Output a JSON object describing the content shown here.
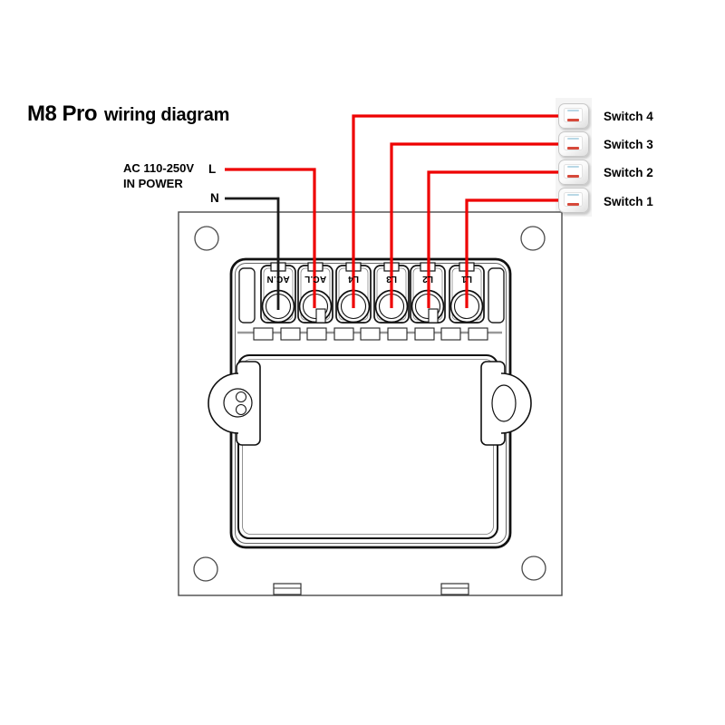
{
  "title": {
    "product": "M8 Pro",
    "suffix": "wiring diagram"
  },
  "power_input": {
    "line1": "AC 110-250V",
    "line2": "IN POWER",
    "live_label": "L",
    "neutral_label": "N"
  },
  "switches": [
    {
      "label": "Switch 4"
    },
    {
      "label": "Switch 3"
    },
    {
      "label": "Switch 2"
    },
    {
      "label": "Switch 1"
    }
  ],
  "terminals": [
    {
      "label": "AC.N"
    },
    {
      "label": "AC.L"
    },
    {
      "label": "L4"
    },
    {
      "label": "L3"
    },
    {
      "label": "L2"
    },
    {
      "label": "L1"
    }
  ],
  "colors": {
    "live_wire": "#ee0000",
    "neutral_wire": "#1a1a1a",
    "device_outline": "#111111",
    "plate_outline": "#4a4a4a",
    "switch_accent_red": "#d6493a",
    "switch_accent_blue": "#b9d8e6"
  }
}
